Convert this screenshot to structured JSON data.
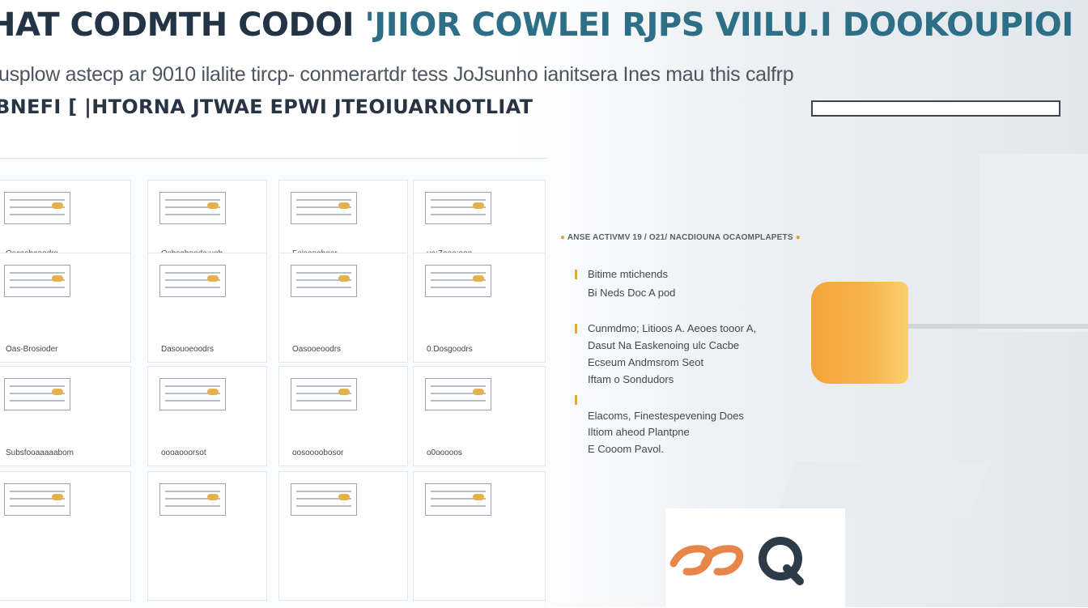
{
  "title": {
    "part1": "HAT CODMTH CODOI",
    "part2": "'JIIOR COWLEI RJPS VIILU.I DOOKOUPIOI"
  },
  "subtitle": "usplow astecp ar    9010  ilalite tircp- conmerartdr tess JoJsunho  ianitsera Ines mau  this calfrp",
  "band_text": "BNEFI [ |HTORNA JTWAE  EPWI JTEOIUARNOTLIAT",
  "progress": {
    "fraction": 0.0
  },
  "grid": {
    "labels": [
      "Oscasbaoodrs",
      "Osbsabooda:uob",
      "Feisoeaboor",
      "uo:Zooo:ooo",
      "Oas-Brosioder",
      "Dasouoeoodrs",
      "Oasooeoodrs",
      "0.Dosgoodrs",
      "Subsfooaaaaabom",
      "oooaooorsot",
      "oosoooobosor",
      "o0ooooos"
    ]
  },
  "right": {
    "header": "ANSE ACTIVMV 19 / O21/ NACDIOUNA OCAOMPLAPETS",
    "items": [
      "Bitime mtichends",
      "Bi Neds  Doc A pod",
      "Cunmdmo; Litioos  A. Aeoes tooor A,",
      "Dasut  Na  Easkenoing  ulc  Cacbe",
      "Ecseum  Andmsrom Seot",
      "Iftam o Sondudors",
      "Elacoms, Finestespevening  Does",
      "Iltiom aheod  Plantpne",
      "E Cooom  Pavol."
    ]
  },
  "colors": {
    "accent_orange": "#f2a43a",
    "title_teal": "#1f4e66",
    "logo_orange": "#e8864a",
    "logo_dark": "#2d3a48"
  }
}
